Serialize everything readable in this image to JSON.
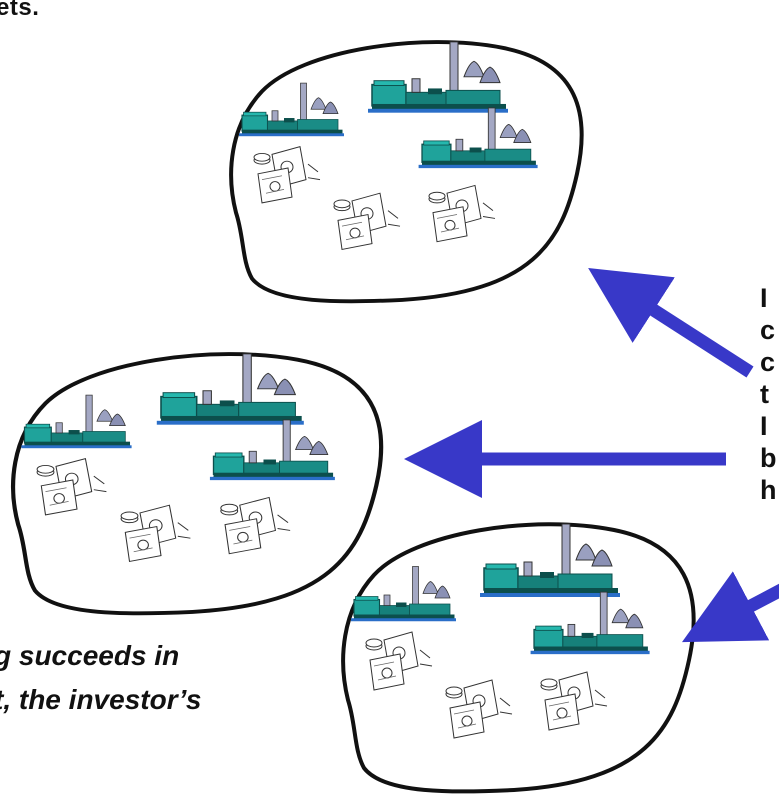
{
  "top_text": "ets.",
  "caption_lines": [
    "g succeeds in",
    "t, the investor’s"
  ],
  "side_text_chars": [
    "I",
    "c",
    "c",
    "t",
    "I",
    "b",
    "h"
  ],
  "colors": {
    "arrow": "#3838c8",
    "factory": "#1fa39b",
    "factory_dark": "#0c4f4c",
    "stack": "#a4a8c4",
    "outline": "#111111"
  },
  "icons": [
    "factory-icon",
    "money-icon",
    "blob-outline",
    "arrow"
  ]
}
